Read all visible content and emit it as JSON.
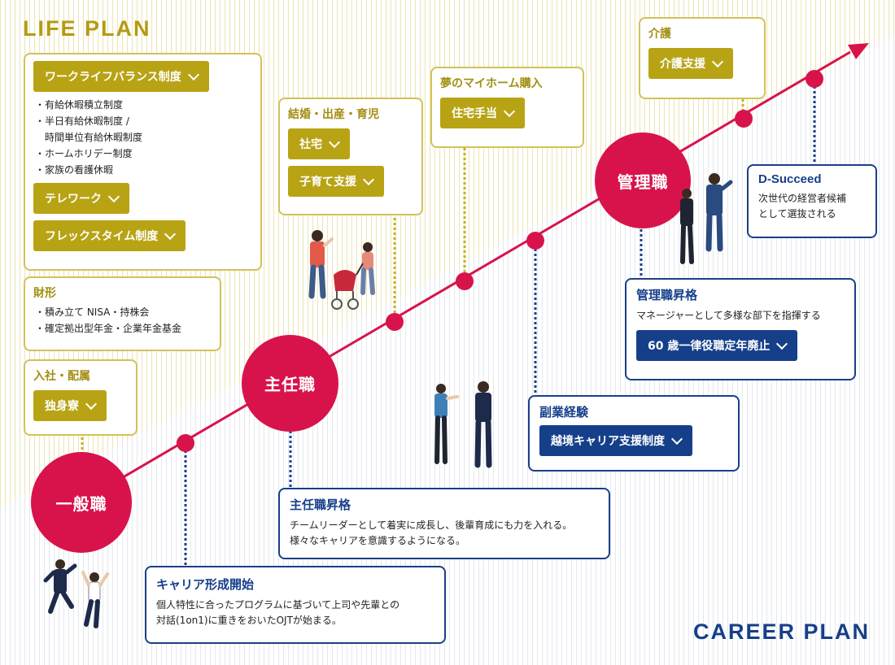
{
  "titles": {
    "life_plan": "LIFE PLAN",
    "career_plan": "CAREER PLAN"
  },
  "milestones": {
    "ippan": "一般職",
    "shunin": "主任職",
    "kanri": "管理職"
  },
  "life": {
    "worklife": {
      "button": "ワークライフバランス制度",
      "items": [
        "・有給休暇積立制度",
        "・半日有給休暇制度 /",
        "　時間単位有給休暇制度",
        "・ホームホリデー制度",
        "・家族の看護休暇"
      ],
      "telework": "テレワーク",
      "flex": "フレックスタイム制度"
    },
    "asset": {
      "category": "財形",
      "items": [
        "・積み立て NISA・持株会",
        "・確定拠出型年金・企業年金基金"
      ]
    },
    "entry": {
      "category": "入社・配属",
      "button": "独身寮"
    },
    "family": {
      "category": "結婚・出産・育児",
      "housing": "社宅",
      "childcare": "子育て支援"
    },
    "home": {
      "category": "夢のマイホーム購入",
      "button": "住宅手当"
    },
    "care": {
      "category": "介護",
      "button": "介護支援"
    }
  },
  "career": {
    "start": {
      "title": "キャリア形成開始",
      "desc_line1": "個人特性に合ったプログラムに基づいて上司や先輩との",
      "desc_line2": "対話(1on1)に重きをおいたOJTが始まる。"
    },
    "shunin_promo": {
      "title": "主任職昇格",
      "desc_line1": "チームリーダーとして着実に成長し、後輩育成にも力を入れる。",
      "desc_line2": "様々なキャリアを意識するようになる。"
    },
    "side_job": {
      "title": "副業経験",
      "button": "越境キャリア支援制度"
    },
    "kanri_promo": {
      "title": "管理職昇格",
      "desc": "マネージャーとして多様な部下を指揮する",
      "button": "60 歳一律役職定年廃止"
    },
    "succeed": {
      "title": "D-Succeed",
      "desc_line1": "次世代の経営者候補",
      "desc_line2": "として選抜される"
    }
  },
  "colors": {
    "gold": "#b8a315",
    "navy": "#163f8a",
    "red": "#d8134b"
  },
  "icons": [
    "chevron-down-icon",
    "arrow-head-icon"
  ]
}
